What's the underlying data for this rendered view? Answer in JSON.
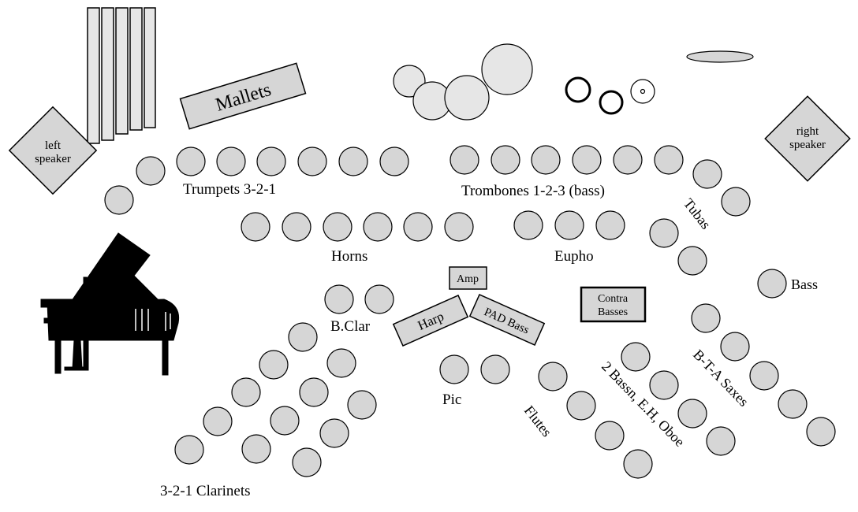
{
  "colors": {
    "seat_fill": "#d6d6d6",
    "stroke": "#000000",
    "background": "#ffffff",
    "piano": "#000000"
  },
  "labels": {
    "mallets": "Mallets",
    "left_speaker": [
      "left",
      "speaker"
    ],
    "right_speaker": [
      "right",
      "speaker"
    ],
    "trumpets": "Trumpets 3-2-1",
    "trombones": "Trombones 1-2-3 (bass)",
    "tubas": "Tubas",
    "horns": "Horns",
    "eupho": "Eupho",
    "amp": "Amp",
    "harp": "Harp",
    "pad_bass": "PAD Bass",
    "contra_basses": [
      "Contra",
      "Basses"
    ],
    "bass": "Bass",
    "b_clar": "B.Clar",
    "pic": "Pic",
    "flutes": "Flutes",
    "double_reeds": "2 Bassn, E.H, Oboe",
    "saxes": "B-T-A Saxes",
    "clarinets": "3-2-1 Clarinets"
  },
  "icons": [
    "piano-icon",
    "chimes-icon",
    "timpani-icon",
    "drum-icon",
    "cymbal-icon"
  ]
}
